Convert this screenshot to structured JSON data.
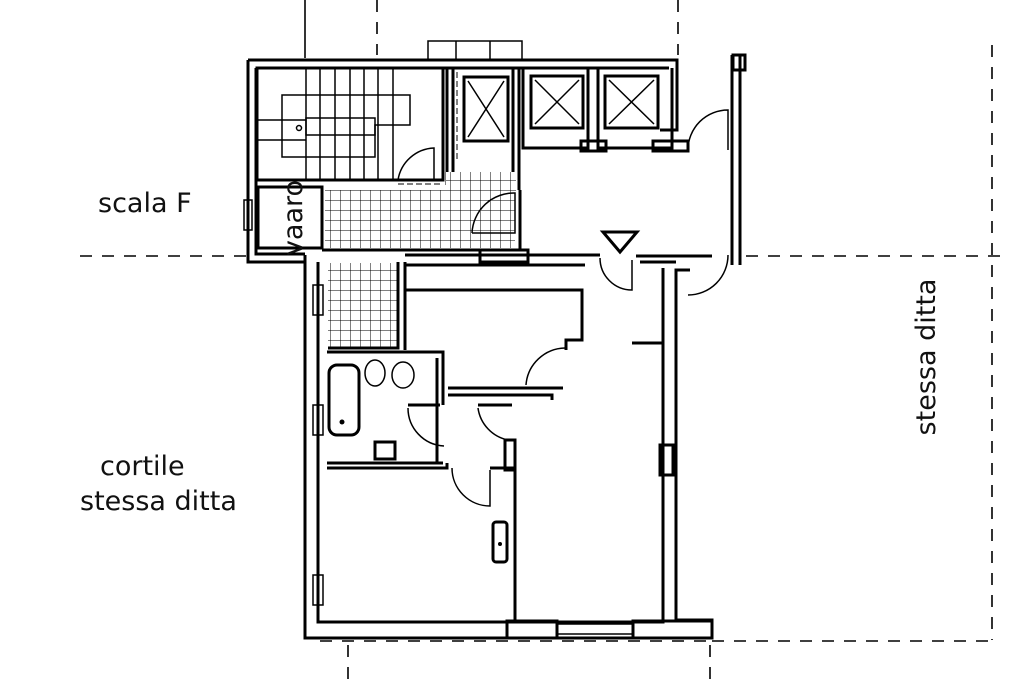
{
  "labels": {
    "stair": "scala F",
    "courtyard_line1": "cortile",
    "courtyard_line2": "stessa ditta",
    "right_side": "stessa ditta",
    "void": "vaaro"
  },
  "colors": {
    "ink": "#000000",
    "background": "#ffffff"
  }
}
